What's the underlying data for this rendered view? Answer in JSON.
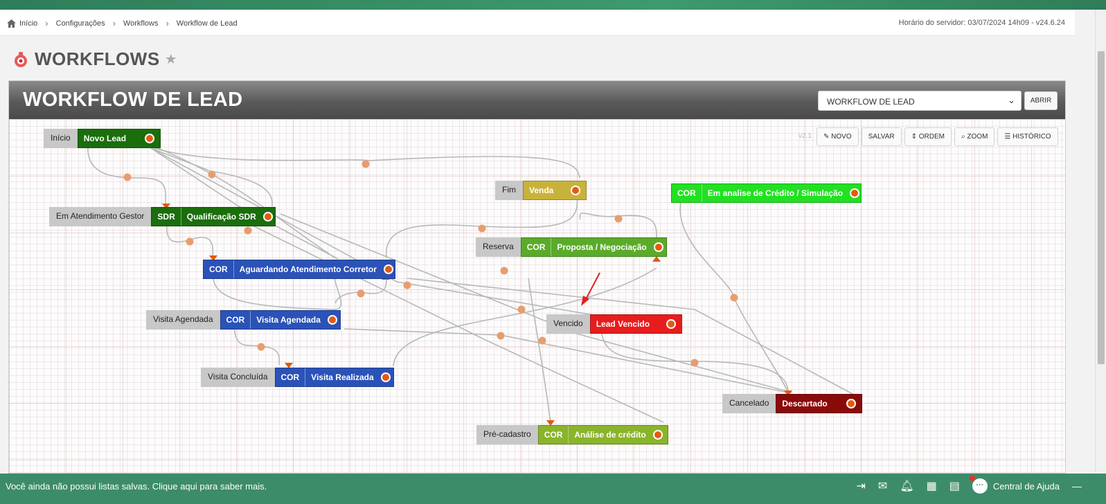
{
  "breadcrumb": {
    "items": [
      "Início",
      "Configurações",
      "Workflows",
      "Workflow de Lead"
    ]
  },
  "server_time": "Horário do servidor: 03/07/2024 14h09 - v24.6.24",
  "page_title": "WORKFLOWS",
  "panel": {
    "title": "WORKFLOW DE LEAD",
    "select_value": "WORKFLOW DE LEAD",
    "open_label": "ABRIR",
    "version": "v2.1"
  },
  "toolbar": {
    "novo": "NOVO",
    "salvar": "SALVAR",
    "ordem": "ORDEM",
    "zoom": "ZOOM",
    "historico": "HISTÓRICO"
  },
  "nodes": {
    "novo_lead": {
      "label": "Início",
      "tag": "",
      "name": "Novo Lead",
      "color": "#1a6e0c"
    },
    "qualificacao": {
      "label": "Em Atendimento Gestor",
      "tag": "SDR",
      "name": "Qualificação SDR",
      "color": "#1a6e0c"
    },
    "aguardando": {
      "label": "",
      "tag": "COR",
      "name": "Aguardando Atendimento Corretor",
      "color": "#2a52b8"
    },
    "visita_agendada": {
      "label": "Visita Agendada",
      "tag": "COR",
      "name": "Visita Agendada",
      "color": "#2a52b8"
    },
    "visita_realizada": {
      "label": "Visita Concluída",
      "tag": "COR",
      "name": "Visita Realizada",
      "color": "#2a52b8"
    },
    "venda": {
      "label": "Fim",
      "tag": "",
      "name": "Venda",
      "color": "#c9b23a"
    },
    "proposta": {
      "label": "Reserva",
      "tag": "COR",
      "name": "Proposta / Negociação",
      "color": "#5aab2a"
    },
    "analise_simulacao": {
      "label": "",
      "tag": "COR",
      "name": "Em analise de Crédito / Simulação",
      "color": "#22e022"
    },
    "lead_vencido": {
      "label": "Vencido",
      "tag": "",
      "name": "Lead Vencido",
      "color": "#e81c1c"
    },
    "descartado": {
      "label": "Cancelado",
      "tag": "",
      "name": "Descartado",
      "color": "#8a0a0a"
    },
    "analise_credito": {
      "label": "Pré-cadastro",
      "tag": "COR",
      "name": "Análise de crédito",
      "color": "#8ab42a"
    }
  },
  "footer": {
    "message": "Você ainda não possui listas salvas. Clique aqui para saber mais.",
    "help_label": "Central de Ajuda"
  }
}
